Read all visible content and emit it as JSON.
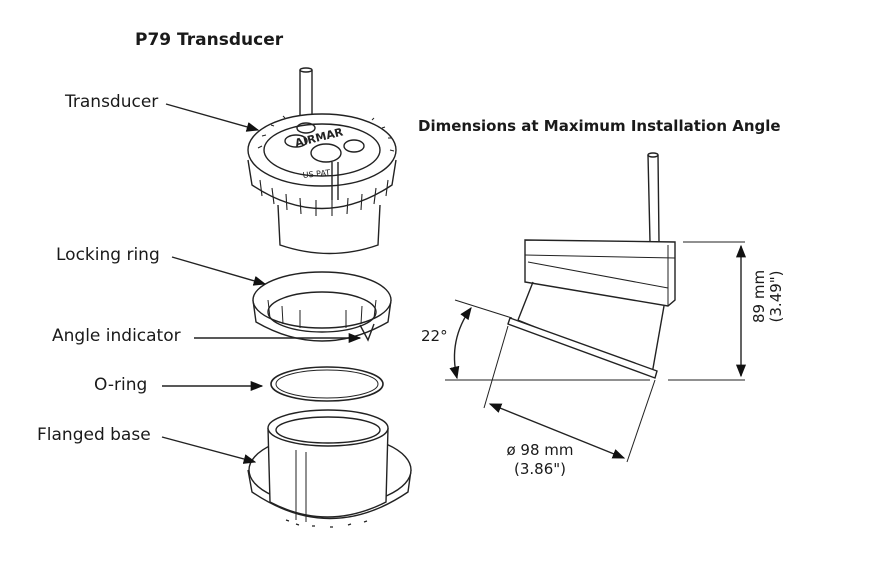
{
  "left_title": "P79 Transducer",
  "right_title": "Dimensions at Maximum Installation Angle",
  "parts": {
    "transducer": "Transducer",
    "locking_ring": "Locking ring",
    "angle_indicator": "Angle indicator",
    "o_ring": "O-ring",
    "flanged_base": "Flanged base"
  },
  "housing_text": {
    "brand": "AIRMAR",
    "patent": "US PAT"
  },
  "dimensions": {
    "angle": "22°",
    "height_mm": "89 mm",
    "height_in": "(3.49\")",
    "diameter_mm": "ø 98 mm",
    "diameter_in": "(3.86\")"
  }
}
